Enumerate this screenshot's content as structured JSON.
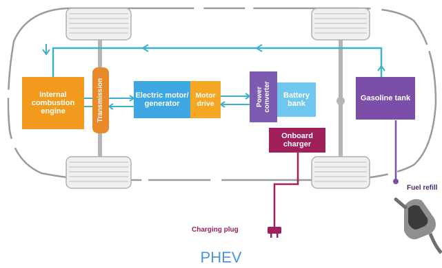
{
  "title": "PHEV",
  "components": {
    "engine": "Internal combustion engine",
    "transmission": "Transmission",
    "motor_generator": "Electric motor/ generator",
    "motor_drive": "Motor drive",
    "power_converter": "Power converter",
    "battery_bank": "Battery bank",
    "onboard_charger": "Onboard charger",
    "gasoline_tank": "Gasoline tank"
  },
  "labels": {
    "charging_plug": "Charging plug",
    "fuel_refill": "Fuel refill"
  },
  "colors": {
    "engine": "#f29a1e",
    "transmission": "#e88a2a",
    "motor_generator": "#3ea6e0",
    "motor_drive": "#f5a623",
    "power_converter": "#7b5cb0",
    "battery_bank": "#6fc7ee",
    "onboard_charger": "#9e1f5a",
    "gasoline_tank": "#7b4fa8",
    "flow_arrows": "#3cb1c9",
    "charging_line": "#9e1f5a",
    "fuel_line": "#7b4fa8",
    "title": "#4a95d4"
  }
}
